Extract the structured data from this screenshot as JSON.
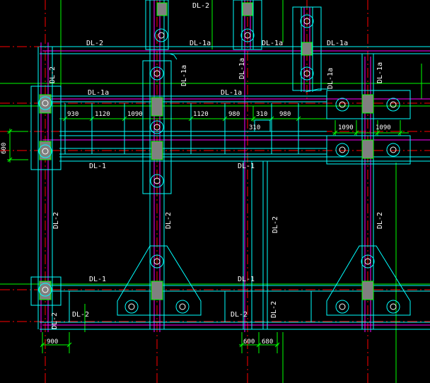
{
  "colors": {
    "background": "#000000",
    "beam": "#00ffff",
    "axis": "#ff0000",
    "rebar": "#ff00ff",
    "dimension": "#00ff00",
    "pile": "#00ff00",
    "pier": "#808080",
    "text": "#ffffff"
  },
  "beam_labels": {
    "dl2_top": "DL-2",
    "dl2_upper_left": "DL-2",
    "dl1a_a": "DL-1a",
    "dl1a_b": "DL-1a",
    "dl1a_c": "DL-1a",
    "dl1a_vert_a": "DL-1a",
    "dl1a_vert_b": "DL-1a",
    "dl1a_left": "DL-1a",
    "dl1a_mid": "DL-1a",
    "dl1a_vert_c": "DL-1a",
    "dl1a_vert_d": "DL-1a",
    "dl1_left": "DL-1",
    "dl1_mid": "DL-1",
    "dl2_vert_left": "DL-2",
    "dl2_vert_center": "DL-2",
    "dl2_vert_mid": "DL-2",
    "dl2_vert_right": "DL-2",
    "dl1_lower_left": "DL-1",
    "dl1_lower_mid": "DL-1",
    "dl2_bottom_a": "DL-2",
    "dl2_bottom_b": "DL-2",
    "dl2_bottom_vert_a": "DL-2",
    "dl2_bottom_vert_b": "DL-2"
  },
  "dimensions": {
    "d930": "930",
    "d1120_a": "1120",
    "d1090_a": "1090",
    "d1120_b": "1120",
    "d980_a": "980",
    "d310": "310",
    "d980_b": "980",
    "d310_b": "310",
    "d1090_b": "1090",
    "d1090_c": "1090",
    "d600_left": "600",
    "d900": "900",
    "d600_bottom": "600",
    "d680": "680"
  }
}
